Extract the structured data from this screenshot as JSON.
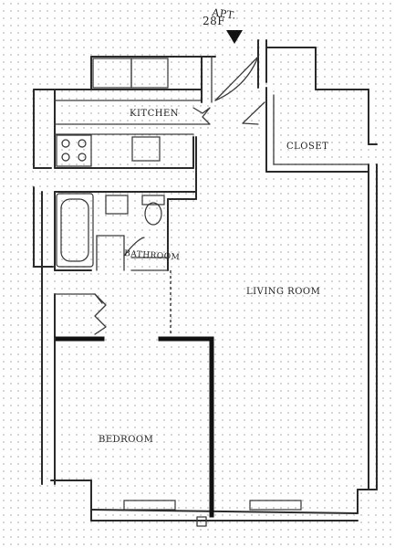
{
  "entrance": {
    "line1": "APT.",
    "line2": "28F"
  },
  "rooms": {
    "kitchen": "KITCHEN",
    "closet": "CLOSET",
    "bathroom": "BATHROOM",
    "living_room": "LIVING ROOM",
    "bedroom": "BEDROOM"
  }
}
